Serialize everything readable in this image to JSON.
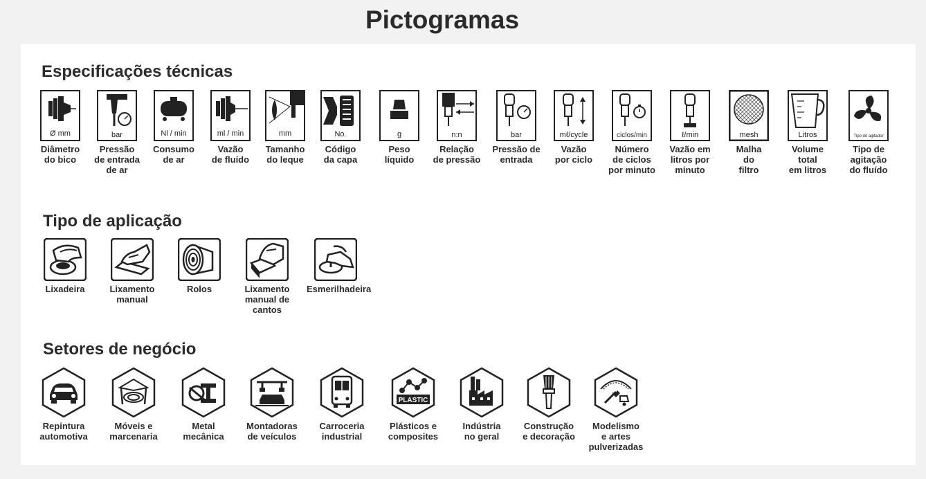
{
  "title": "Pictogramas",
  "sections": {
    "specs": {
      "heading": "Especificações técnicas",
      "items": [
        {
          "unit": "Ø mm",
          "label": "Diâmetro\ndo bico"
        },
        {
          "unit": "bar",
          "label": "Pressão\nde entrada\nde ar"
        },
        {
          "unit": "Nl / min",
          "label": "Consumo\nde ar"
        },
        {
          "unit": "ml / min",
          "label": "Vazão\nde fluído"
        },
        {
          "unit": "mm",
          "label": "Tamanho\ndo leque"
        },
        {
          "unit": "No.",
          "label": "Código\nda capa"
        },
        {
          "unit": "g",
          "label": "Peso\nlíquido"
        },
        {
          "unit": "n:n",
          "label": "Relação\nde pressão"
        },
        {
          "unit": "bar",
          "label": "Pressão de\nentrada"
        },
        {
          "unit": "mℓ/cycle",
          "label": "Vazão\npor ciclo"
        },
        {
          "unit": "ciclos/min",
          "label": "Número\nde ciclos\npor minuto"
        },
        {
          "unit": "ℓ/min",
          "label": "Vazão em\nlitros por\nminuto"
        },
        {
          "unit": "mesh",
          "label": "Malha\ndo\nfiltro"
        },
        {
          "unit": "Litros",
          "label": "Volume\ntotal\nem litros"
        },
        {
          "unit": "Tipo de agitador",
          "label": "Tipo de\nagitação\ndo fluído"
        }
      ]
    },
    "application": {
      "heading": "Tipo de aplicação",
      "items": [
        {
          "label": "Lixadeira"
        },
        {
          "label": "Lixamento\nmanual"
        },
        {
          "label": "Rolos"
        },
        {
          "label": "Lixamento\nmanual de\ncantos"
        },
        {
          "label": "Esmerilhadeira"
        }
      ]
    },
    "sectors": {
      "heading": "Setores de negócio",
      "items": [
        {
          "label": "Repintura\nautomotiva"
        },
        {
          "label": "Móveis e\nmarcenaria"
        },
        {
          "label": "Metal\nmecânica"
        },
        {
          "label": "Montadoras\nde veículos"
        },
        {
          "label": "Carroceria\nindustrial"
        },
        {
          "label": "Plásticos e\ncomposites",
          "badge": "PLASTIC"
        },
        {
          "label": "Indústria\nno geral"
        },
        {
          "label": "Construção\ne decoração"
        },
        {
          "label": "Modelismo\ne artes\npulverizadas"
        }
      ]
    }
  }
}
